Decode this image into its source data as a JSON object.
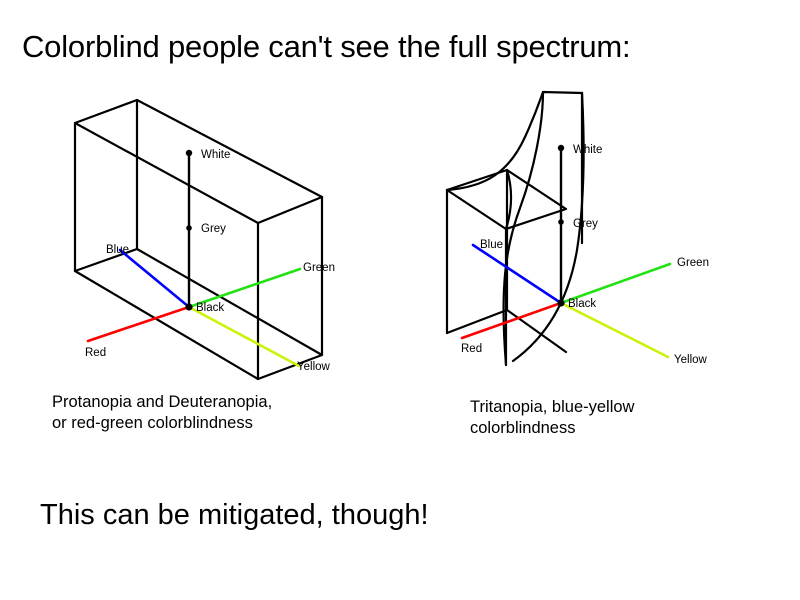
{
  "slide": {
    "title": "Colorblind people can't see the full spectrum:",
    "closing": "This can be mitigated, though!",
    "background_color": "#ffffff",
    "text_color": "#000000"
  },
  "palette": {
    "red": "#ff0000",
    "blue": "#0000ff",
    "green": "#22e215",
    "yellow": "#c9f40a",
    "outline": "#000000"
  },
  "figures": [
    {
      "id": "protanopia-deuteranopia",
      "shape": "rectangular-box",
      "caption_lines": [
        "Protanopia and Deuteranopia,",
        "or red-green colorblindness"
      ],
      "nodes": [
        {
          "name": "white",
          "label": "White"
        },
        {
          "name": "grey",
          "label": "Grey"
        },
        {
          "name": "black",
          "label": "Black"
        }
      ],
      "axes": [
        {
          "name": "red",
          "label": "Red",
          "color": "#ff0000"
        },
        {
          "name": "blue",
          "label": "Blue",
          "color": "#0000ff"
        },
        {
          "name": "green",
          "label": "Green",
          "color": "#22e215"
        },
        {
          "name": "yellow",
          "label": "Yellow",
          "color": "#c9f40a"
        }
      ]
    },
    {
      "id": "tritanopia",
      "shape": "curved-warped-box",
      "caption_lines": [
        "Tritanopia, blue-yellow",
        "colorblindness"
      ],
      "nodes": [
        {
          "name": "white",
          "label": "White"
        },
        {
          "name": "grey",
          "label": "Grey"
        },
        {
          "name": "black",
          "label": "Black"
        }
      ],
      "axes": [
        {
          "name": "red",
          "label": "Red",
          "color": "#ff0000"
        },
        {
          "name": "blue",
          "label": "Blue",
          "color": "#0000ff"
        },
        {
          "name": "green",
          "label": "Green",
          "color": "#22e215"
        },
        {
          "name": "yellow",
          "label": "Yellow",
          "color": "#c9f40a"
        }
      ]
    }
  ]
}
